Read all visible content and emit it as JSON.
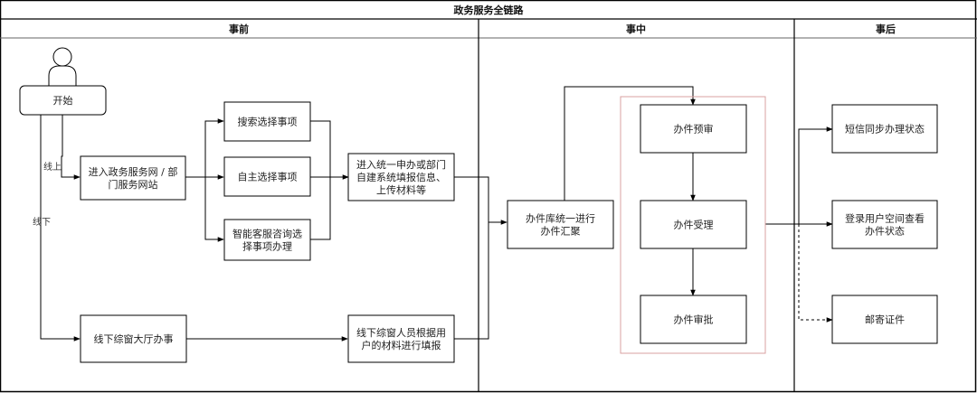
{
  "diagram": {
    "title": "政务服务全链路",
    "lanes": [
      {
        "id": "before",
        "label": "事前"
      },
      {
        "id": "during",
        "label": "事中"
      },
      {
        "id": "after",
        "label": "事后"
      }
    ],
    "actor": {
      "id": "start",
      "label": "开始",
      "icon": "person-icon"
    },
    "nodes": {
      "portal": {
        "lines": [
          "进入政务服务网 / 部",
          "门服务网站"
        ]
      },
      "search": {
        "lines": [
          "搜索选择事项"
        ]
      },
      "self_select": {
        "lines": [
          "自主选择事项"
        ]
      },
      "smart_cs": {
        "lines": [
          "智能客服咨询选",
          "择事项办理"
        ]
      },
      "unified_fill": {
        "lines": [
          "进入统一申办或部门",
          "自建系统填报信息、",
          "上传材料等"
        ]
      },
      "offline_hall": {
        "lines": [
          "线下综窗大厅办事"
        ]
      },
      "offline_fill": {
        "lines": [
          "线下综窗人员根据用",
          "户的材料进行填报"
        ]
      },
      "aggregate": {
        "lines": [
          "办件库统一进行",
          "办件汇聚"
        ]
      },
      "pre_review": {
        "lines": [
          "办件预审"
        ]
      },
      "accept": {
        "lines": [
          "办件受理"
        ]
      },
      "approve": {
        "lines": [
          "办件审批"
        ]
      },
      "sms": {
        "lines": [
          "短信同步办理状态"
        ]
      },
      "user_space": {
        "lines": [
          "登录用户空间查看",
          "办件状态"
        ]
      },
      "mail": {
        "lines": [
          "邮寄证件"
        ]
      }
    },
    "edge_labels": {
      "online": "线上",
      "offline": "线下"
    },
    "edges": [
      {
        "from": "start",
        "to": "portal",
        "label": "线上",
        "style": "solid"
      },
      {
        "from": "start",
        "to": "offline_hall",
        "label": "线下",
        "style": "solid"
      },
      {
        "from": "portal",
        "to": "search",
        "style": "solid"
      },
      {
        "from": "portal",
        "to": "self_select",
        "style": "solid"
      },
      {
        "from": "portal",
        "to": "smart_cs",
        "style": "solid"
      },
      {
        "from": "search",
        "to": "unified_fill",
        "style": "solid"
      },
      {
        "from": "self_select",
        "to": "unified_fill",
        "style": "solid"
      },
      {
        "from": "smart_cs",
        "to": "unified_fill",
        "style": "solid"
      },
      {
        "from": "offline_hall",
        "to": "offline_fill",
        "style": "solid"
      },
      {
        "from": "unified_fill",
        "to": "aggregate",
        "style": "solid"
      },
      {
        "from": "offline_fill",
        "to": "aggregate",
        "style": "solid"
      },
      {
        "from": "aggregate",
        "to": "pre_review",
        "style": "solid"
      },
      {
        "from": "pre_review",
        "to": "accept",
        "style": "solid"
      },
      {
        "from": "accept",
        "to": "approve",
        "style": "solid"
      },
      {
        "from": "processing_group",
        "to": "sms",
        "style": "solid"
      },
      {
        "from": "processing_group",
        "to": "user_space",
        "style": "solid"
      },
      {
        "from": "processing_group",
        "to": "mail",
        "style": "dashed"
      }
    ],
    "colors": {
      "stroke": "#000000",
      "group_border": "#d9a0a0",
      "background": "#ffffff",
      "text": "#222222"
    }
  }
}
